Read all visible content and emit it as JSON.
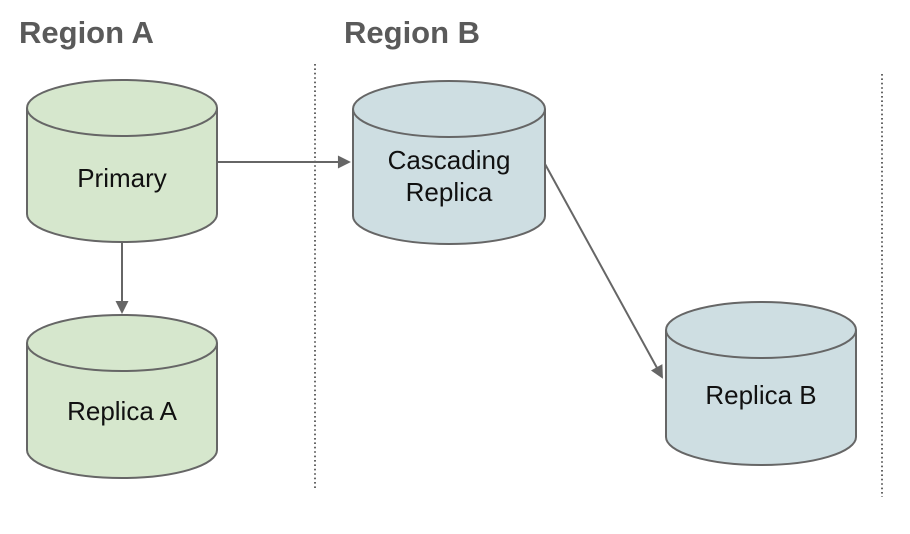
{
  "diagram": {
    "regions": [
      {
        "label": "Region A"
      },
      {
        "label": "Region B"
      }
    ],
    "nodes": {
      "primary": {
        "type": "database-cylinder",
        "label": "Primary",
        "region": "Region A"
      },
      "replica_a": {
        "type": "database-cylinder",
        "label": "Replica A",
        "region": "Region A"
      },
      "cascading_replica": {
        "type": "database-cylinder",
        "label": "Cascading Replica",
        "label_lines": [
          "Cascading",
          "Replica"
        ],
        "region": "Region B"
      },
      "replica_b": {
        "type": "database-cylinder",
        "label": "Replica B",
        "region": "Region B"
      }
    },
    "edges": [
      {
        "from": "Primary",
        "to": "Cascading Replica",
        "style": "solid-arrow"
      },
      {
        "from": "Primary",
        "to": "Replica A",
        "style": "solid-arrow"
      },
      {
        "from": "Cascading Replica",
        "to": "Replica B",
        "style": "solid-arrow"
      }
    ],
    "separators": {
      "style": "dotted-vertical-line",
      "count": 2
    },
    "colors": {
      "background": "#ffffff",
      "node_green": "#d6e7cd",
      "node_blue": "#cedee2",
      "shape_stroke": "#666666",
      "arrow": "#666666",
      "heading_text": "#5a5a5a",
      "label_text": "#111111"
    }
  }
}
